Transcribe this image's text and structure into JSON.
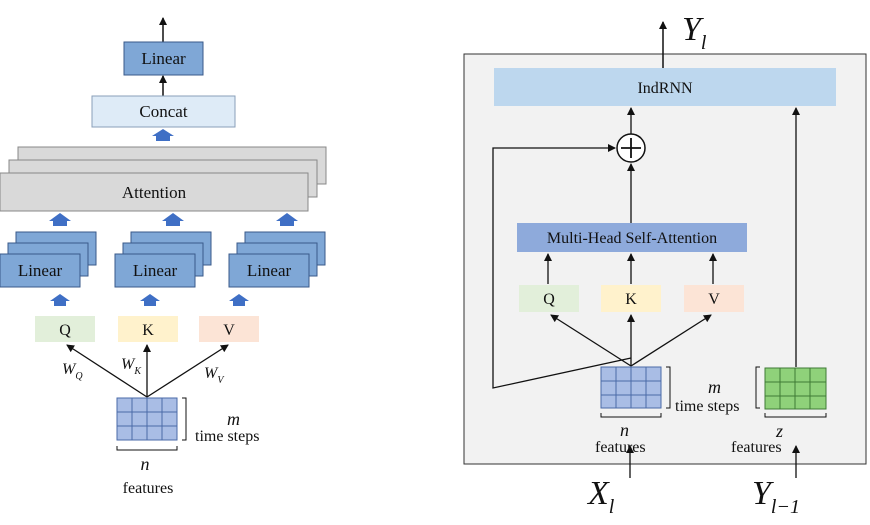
{
  "left": {
    "linear_top": "Linear",
    "concat": "Concat",
    "attention": "Attention",
    "linear_q": "Linear",
    "linear_k": "Linear",
    "linear_v": "Linear",
    "q": "Q",
    "k": "K",
    "v": "V",
    "wq_base": "W",
    "wq_sub": "Q",
    "wk_base": "W",
    "wk_sub": "K",
    "wv_base": "W",
    "wv_sub": "V",
    "m": "m",
    "time_steps": "time steps",
    "n": "n",
    "features": "features"
  },
  "right": {
    "y_out_base": "Y",
    "y_out_sub": "l",
    "indrnn": "IndRNN",
    "mhsa": "Multi-Head Self-Attention",
    "q": "Q",
    "k": "K",
    "v": "V",
    "m": "m",
    "time_steps": "time steps",
    "n": "n",
    "features_1": "features",
    "z": "z",
    "features_2": "features",
    "x_in_base": "X",
    "x_in_sub": "l",
    "y_in_base": "Y",
    "y_in_sub": "l−1"
  },
  "colors": {
    "linear_fill": "#7fa7d6",
    "concat_fill": "#deebf7",
    "attention_fill": "#d9d9d9",
    "q_fill": "#e2efda",
    "k_fill": "#fff2cc",
    "v_fill": "#fce4d6",
    "indrnn_fill": "#bdd7ee",
    "mhsa_fill": "#8eaadb",
    "panel_fill": "#f2f2f2",
    "grid_blue": "#a9bde5",
    "grid_green": "#8fd17a",
    "arrow_blue": "#3f6fc5"
  }
}
